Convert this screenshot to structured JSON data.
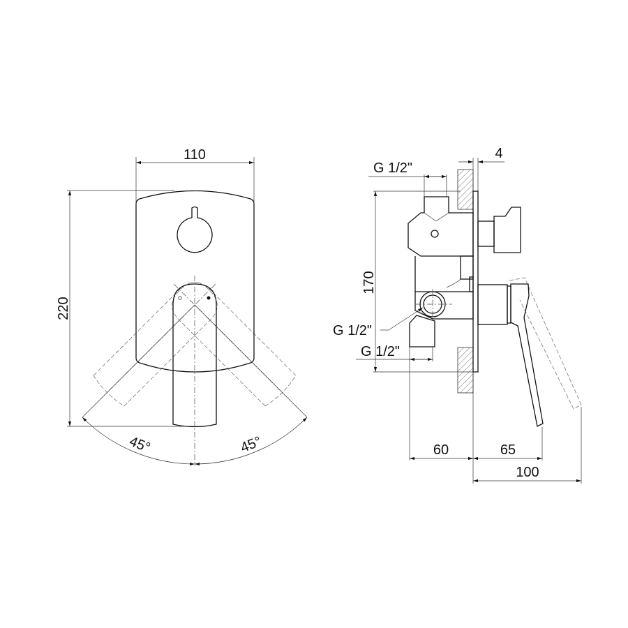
{
  "front_view": {
    "width_label": "110",
    "height_label": "220",
    "angle_left_label": "45°",
    "angle_right_label": "45°"
  },
  "side_view": {
    "plate_thickness_label": "4",
    "top_thread_label": "G 1/2\"",
    "side_thread_label": "G 1/2\"",
    "bottom_thread_label": "G 1/2\"",
    "body_height_label": "170",
    "depth_label": "60",
    "handle_projection_label": "65",
    "total_projection_label": "100"
  }
}
